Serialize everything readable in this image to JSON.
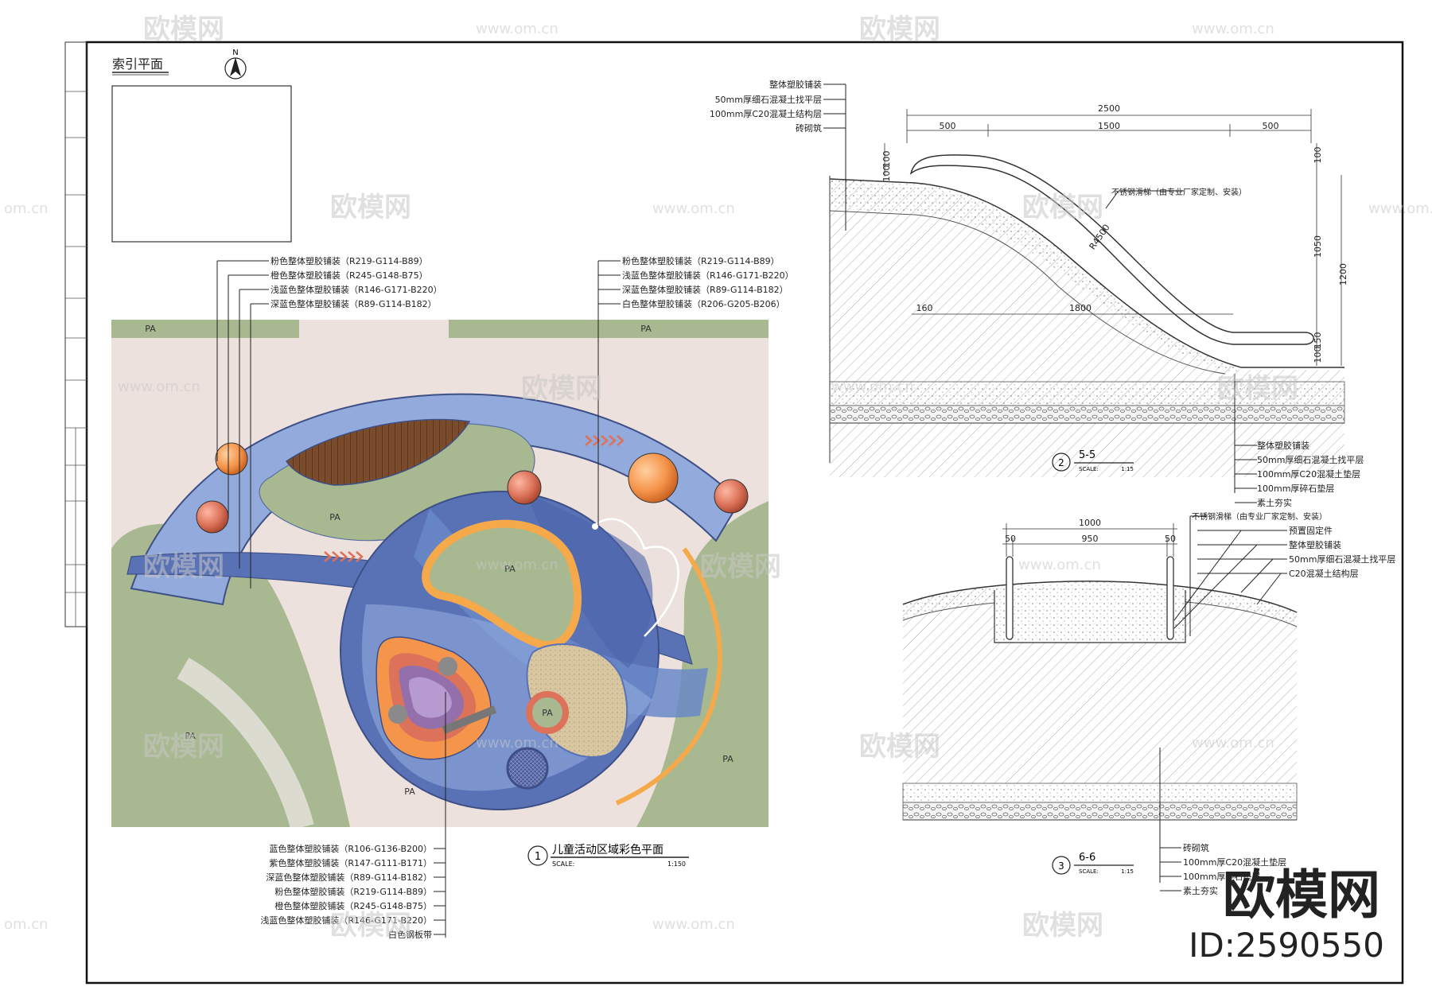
{
  "index_plan": {
    "title": "索引平面",
    "north": "N"
  },
  "plan": {
    "title": "儿童活动区域彩色平面",
    "number": "1",
    "scale_label": "SCALE:",
    "scale": "1:150",
    "pa": "PA",
    "callouts_top_left": [
      "粉色整体塑胶铺装（R219-G114-B89）",
      "橙色整体塑胶铺装（R245-G148-B75）",
      "浅蓝色整体塑胶铺装（R146-G171-B220）",
      "深蓝色整体塑胶铺装（R89-G114-B182）"
    ],
    "callouts_top_right": [
      "粉色整体塑胶铺装（R219-G114-B89）",
      "浅蓝色整体塑胶铺装（R146-G171-B220）",
      "深蓝色整体塑胶铺装（R89-G114-B182）",
      "白色整体塑胶铺装（R206-G205-B206）"
    ],
    "callouts_bottom": [
      "蓝色整体塑胶铺装（R106-G136-B200）",
      "紫色整体塑胶铺装（R147-G111-B171）",
      "深蓝色整体塑胶铺装（R89-G114-B182）",
      "粉色整体塑胶铺装（R219-G114-B89）",
      "橙色整体塑胶铺装（R245-G148-B75）",
      "浅蓝色整体塑胶铺装（R146-G171-B220）",
      "白色钢板带"
    ]
  },
  "section55": {
    "number": "2",
    "title": "5-5",
    "scale_label": "SCALE:",
    "scale": "1:15",
    "top_callouts": [
      "整体塑胶铺装",
      "50mm厚细石混凝土找平层",
      "100mm厚C20混凝土结构层",
      "砖砌筑"
    ],
    "bottom_callouts": [
      "整体塑胶铺装",
      "50mm厚细石混凝土找平层",
      "100mm厚C20混凝土垫层",
      "100mm厚碎石垫层",
      "素土夯实"
    ],
    "rail_note": "不锈钢滑梯（由专业厂家定制、安装）",
    "dims": {
      "total": "2500",
      "left": "500",
      "mid": "1500",
      "right": "500",
      "d100": "100",
      "d100b": "100",
      "d1050": "1050",
      "d1200": "1200",
      "d150": "150",
      "d100c": "100",
      "d160": "160",
      "d1800": "1800",
      "r": "R4500"
    }
  },
  "section66": {
    "number": "3",
    "title": "6-6",
    "scale_label": "SCALE:",
    "scale": "1:15",
    "right_callouts": [
      "不锈钢滑梯（由专业厂家定制、安装）",
      "预置固定件",
      "整体塑胶铺装",
      "50mm厚细石混凝土找平层",
      "C20混凝土结构层"
    ],
    "bottom_callouts": [
      "砖砌筑",
      "100mm厚C20混凝土垫层",
      "100mm厚碎石垫层",
      "素土夯实"
    ],
    "dims": {
      "total": "1000",
      "mid": "950",
      "left": "50",
      "right": "50"
    }
  },
  "watermark": {
    "logo": "欧模网",
    "url": "www.om.cn",
    "url_short": "om.cn",
    "big_logo": "欧模网",
    "id": "ID:2590550"
  },
  "colors": {
    "pink": "#db7259",
    "orange": "#f5944b",
    "light_blue": "#92abdc",
    "dark_blue": "#5972b6",
    "blue": "#6a88c8",
    "purple": "#936fab",
    "green": "#a8b890",
    "sand": "#ece1dc"
  }
}
